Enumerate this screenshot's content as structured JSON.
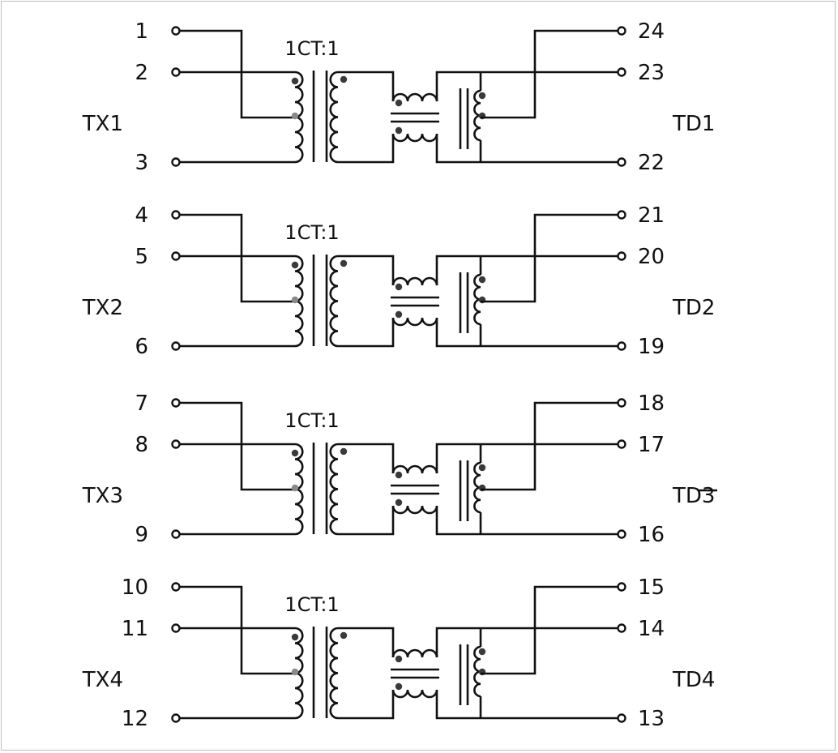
{
  "colors": {
    "line": "#111111",
    "frame": "#bcbcbc",
    "dot": "#3a3a3a",
    "ct_dot": "#8a8a8a"
  },
  "channels": [
    {
      "tx_label": "TX1",
      "td_label": "TD1",
      "ratio": "1CT:1",
      "left_pins": [
        "1",
        "2",
        "3"
      ],
      "right_pins": [
        "24",
        "23",
        "22"
      ]
    },
    {
      "tx_label": "TX2",
      "td_label": "TD2",
      "ratio": "1CT:1",
      "left_pins": [
        "4",
        "5",
        "6"
      ],
      "right_pins": [
        "21",
        "20",
        "19"
      ]
    },
    {
      "tx_label": "TX3",
      "td_label": "TD3",
      "ratio": "1CT:1",
      "left_pins": [
        "7",
        "8",
        "9"
      ],
      "right_pins": [
        "18",
        "17",
        "16"
      ]
    },
    {
      "tx_label": "TX4",
      "td_label": "TD4",
      "ratio": "1CT:1",
      "left_pins": [
        "10",
        "11",
        "12"
      ],
      "right_pins": [
        "15",
        "14",
        "13"
      ]
    }
  ]
}
